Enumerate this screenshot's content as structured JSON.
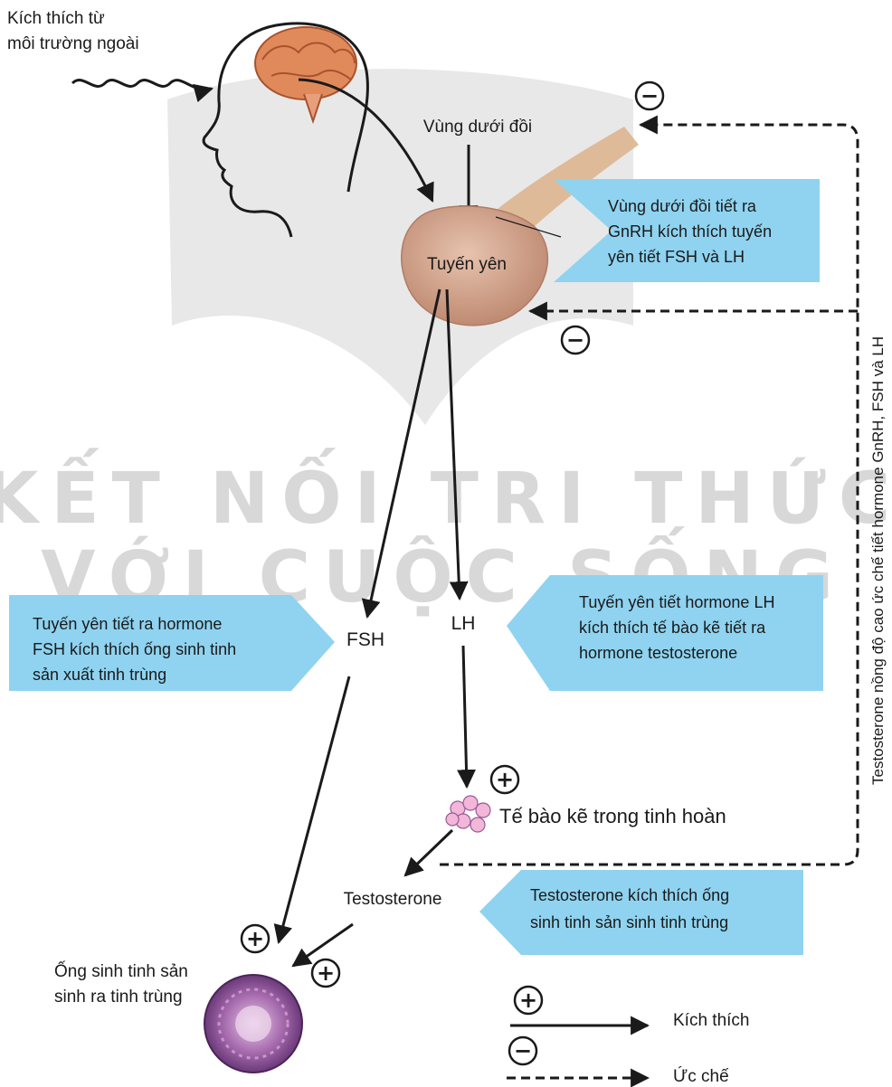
{
  "stimulus": {
    "line1": "Kích thích từ",
    "line2": "môi trường ngoài"
  },
  "hypothalamus": "Vùng dưới đồi",
  "pituitary": "Tuyến yên",
  "hormones": {
    "fsh": "FSH",
    "lh": "LH",
    "testosterone": "Testosterone"
  },
  "interstitial_cells": "Tế bào kẽ trong tinh hoàn",
  "seminiferous": {
    "line1": "Ống sinh tinh sản",
    "line2": "sinh ra tinh trùng"
  },
  "boxes": {
    "gnrh": [
      "Vùng dưới đồi tiết ra",
      "GnRH kích thích tuyến",
      "yên tiết FSH và LH"
    ],
    "fsh": [
      "Tuyến yên tiết ra hormone",
      "FSH kích thích ống sinh tinh",
      "sản xuất tinh trùng"
    ],
    "lh": [
      "Tuyến yên tiết hormone LH",
      "kích thích tế bào kẽ tiết ra",
      "hormone testosterone"
    ],
    "testosterone": [
      "Testosterone kích thích ống",
      "sinh tinh sản sinh tinh trùng"
    ]
  },
  "feedback_label": "Testosterone nồng độ cao ức chế tiết hormone GnRH, FSH và LH",
  "symbols": {
    "plus": "+",
    "minus": "−"
  },
  "legend": {
    "stimulate": "Kích thích",
    "inhibit": "Ức chế"
  },
  "watermark": {
    "line1": "KẾT NỐI TRI THỨC",
    "line2": "VỚI CUỘC SỐNG"
  },
  "colors": {
    "callout": "#8fd3f0",
    "arrow": "#1a1a1a",
    "tissue": "#7a3f8a",
    "gland": "#d4a48a"
  }
}
